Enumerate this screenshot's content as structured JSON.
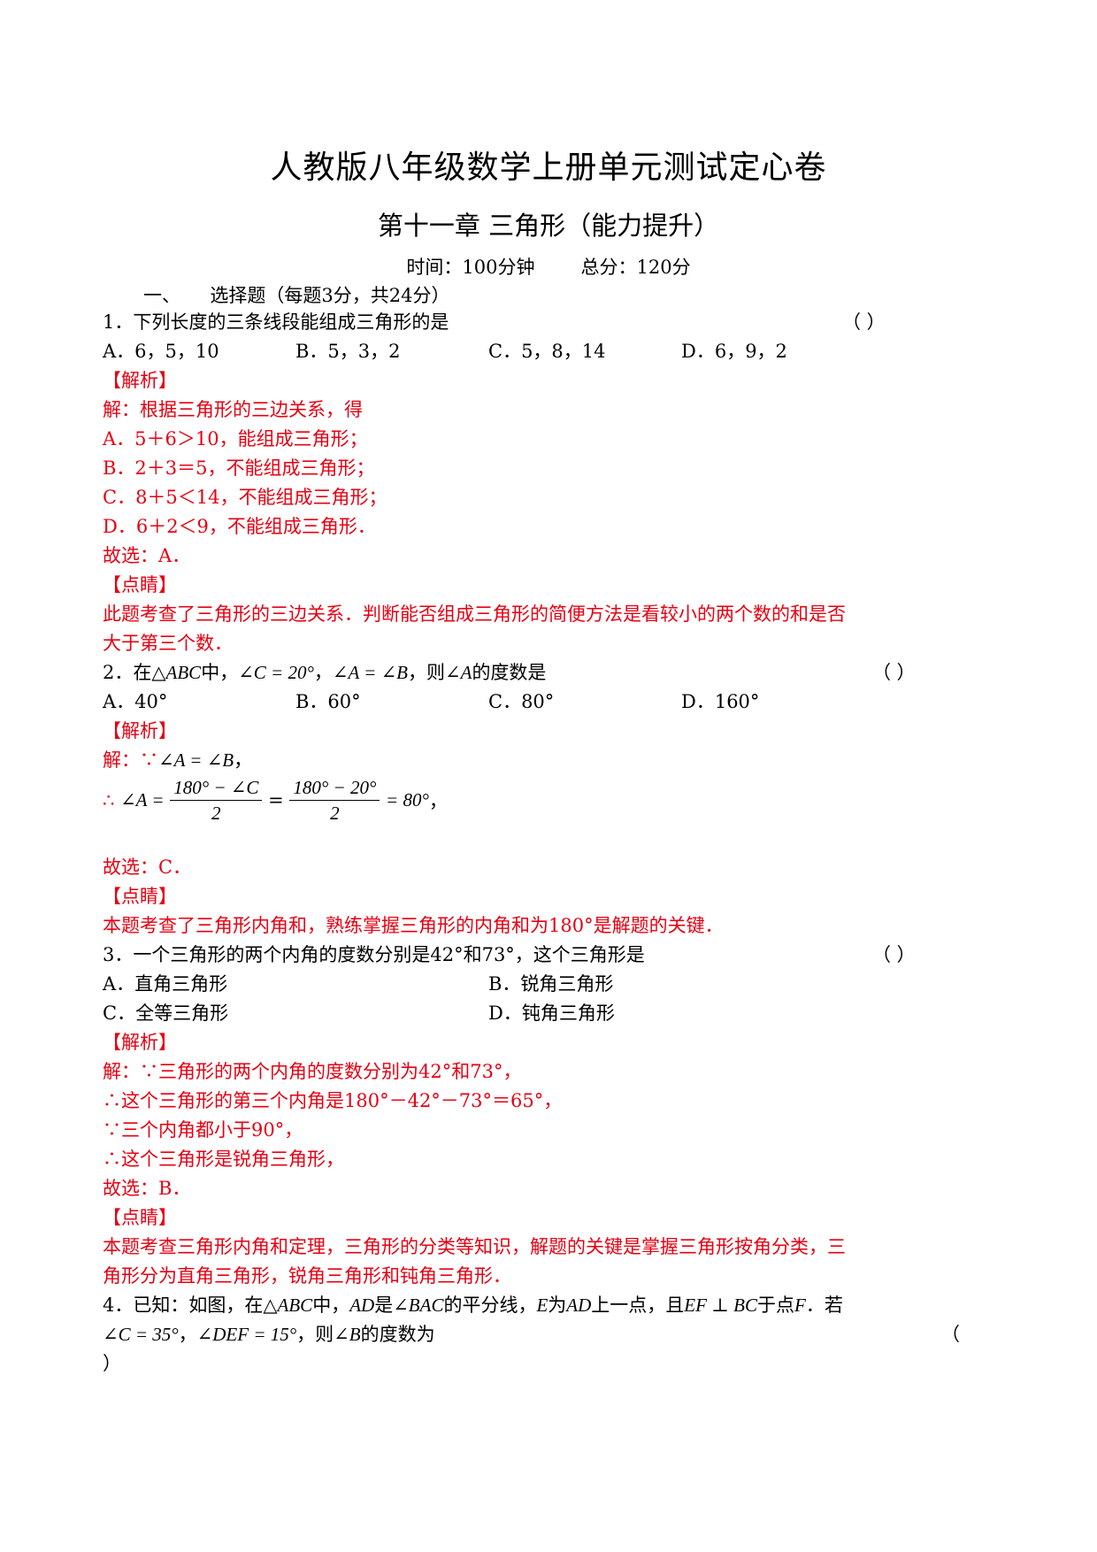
{
  "doc": {
    "title": "人教版八年级数学上册单元测试定心卷",
    "subtitle": "第十一章  三角形（能力提升）",
    "time": "时间：100分钟",
    "score": "总分：120分",
    "section": "一、     选择题（每题3分，共24分）"
  },
  "q1": {
    "stem": "1．下列长度的三条线段能组成三角形的是",
    "paren": "（       ）",
    "options": [
      "A．6，5，10",
      "B．5，3，2",
      "C．5，8，14",
      "D．6，9，2"
    ],
    "analysis_tag": "【解析】",
    "analysis": [
      "解：根据三角形的三边关系，得",
      "A．5＋6＞10，能组成三角形；",
      "B．2＋3＝5，不能组成三角形；",
      "C．8＋5＜14，不能组成三角形；",
      "D．6＋2＜9，不能组成三角形．"
    ],
    "answer": "故选：A．",
    "comment_tag": "【点睛】",
    "comment": [
      "此题考查了三角形的三边关系．判断能否组成三角形的简便方法是看较小的两个数的和是否",
      "大于第三个数．"
    ]
  },
  "q2": {
    "stem_a": "2．在",
    "stem_tri": "△ABC",
    "stem_b": "中，",
    "stem_c": "∠C = 20°",
    "stem_d": "，",
    "stem_e": "∠A = ∠B",
    "stem_f": "，则",
    "stem_g": "∠A",
    "stem_h": "的度数是",
    "paren": "（       ）",
    "options": [
      "A．40°",
      "B．60°",
      "C．80°",
      "D．160°"
    ],
    "analysis_tag": "【解析】",
    "sol_a": "解：∵",
    "sol_b": "∠A = ∠B",
    "sol_c": "，",
    "sol_d": "∴",
    "sol_e": "∠A =",
    "frac1_num": "180° − ∠C",
    "frac1_den": "2",
    "frac2_num": "180° − 20°",
    "frac2_den": "2",
    "sol_f": "= 80°",
    "sol_g": "，",
    "answer": "故选：C．",
    "comment_tag": "【点睛】",
    "comment": "本题考查了三角形内角和，熟练掌握三角形的内角和为180°是解题的关键．"
  },
  "q3": {
    "stem": "3．一个三角形的两个内角的度数分别是42°和73°，这个三角形是",
    "paren": "（       ）",
    "options": [
      "A．直角三角形",
      "B．锐角三角形",
      "C．全等三角形",
      "D．钝角三角形"
    ],
    "analysis_tag": "【解析】",
    "analysis": [
      "解：∵三角形的两个内角的度数分别为42°和73°，",
      "∴这个三角形的第三个内角是180°－42°－73°＝65°，",
      "∵三个内角都小于90°，",
      "∴这个三角形是锐角三角形，"
    ],
    "answer": "故选：B．",
    "comment_tag": "【点睛】",
    "comment": [
      "本题考查三角形内角和定理，三角形的分类等知识，解题的关键是掌握三角形按角分类，三",
      "角形分为直角三角形，锐角三角形和钝角三角形．"
    ]
  },
  "q4": {
    "s1": "4．已知：如图，在",
    "s2": "△ABC",
    "s3": "中，",
    "s4": "AD",
    "s5": "是",
    "s6": "∠BAC",
    "s7": "的平分线，",
    "s8": "E",
    "s9": "为",
    "s10": "AD",
    "s11": "上一点，且",
    "s12": "EF ⊥ BC",
    "s13": "于点",
    "s14": "F",
    "s15": "．若",
    "s16": "∠C = 35°",
    "s17": "，",
    "s18": "∠DEF = 15°",
    "s19": "，则",
    "s20": "∠B",
    "s21": "的度数为",
    "paren_open": "（",
    "paren_close": "）"
  }
}
